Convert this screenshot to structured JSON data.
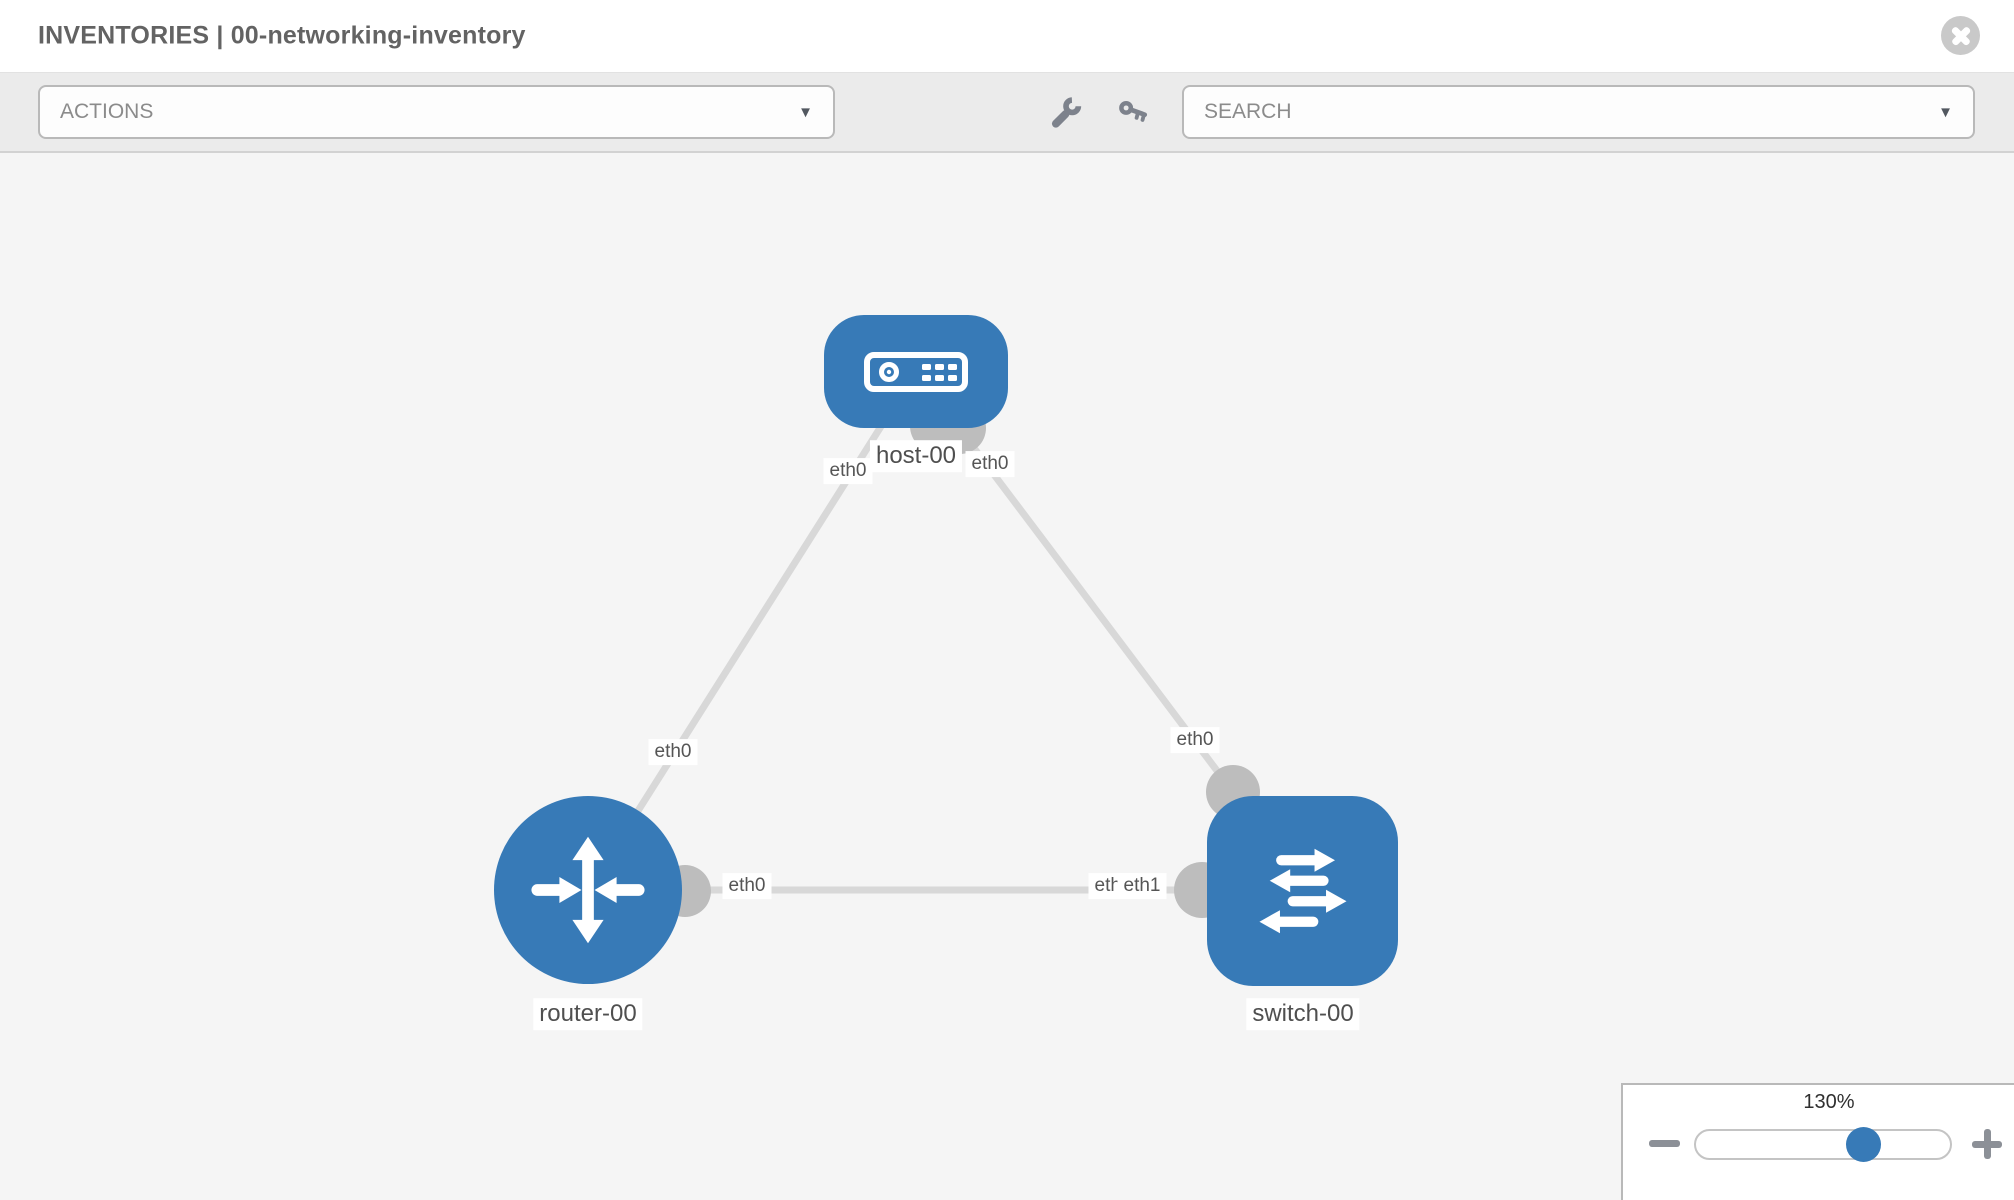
{
  "window": {
    "title": "INVENTORIES | 00-networking-inventory"
  },
  "toolbar": {
    "actions_label": "ACTIONS",
    "search_placeholder": "SEARCH",
    "caret": "▼",
    "tool_icons": [
      "wrench",
      "key"
    ]
  },
  "topology": {
    "nodes": {
      "host": {
        "label": "host-00",
        "type": "host"
      },
      "router": {
        "label": "router-00",
        "type": "router"
      },
      "switch": {
        "label": "switch-00",
        "type": "switch"
      }
    },
    "links": [
      {
        "source": "host-00",
        "target": "router-00",
        "source_interface": "eth0",
        "target_interface": "eth0"
      },
      {
        "source": "host-00",
        "target": "switch-00",
        "source_interface": "eth0",
        "target_interface": "eth0"
      },
      {
        "source": "router-00",
        "target": "switch-00",
        "source_interface": "eth0",
        "target_interface": "eth1"
      }
    ],
    "interface_labels": {
      "host_left": "eth0",
      "host_right": "eth0",
      "mid_left": "eth0",
      "mid_right": "eth0",
      "router_port": "eth0",
      "switch_port_back": "eth0",
      "switch_port_front": "eth1"
    }
  },
  "zoom_control": {
    "value_label": "130%",
    "percent": 130
  },
  "colors": {
    "node_fill": "#377ab7",
    "link": "#d8d8d8",
    "port": "#bdbdbd",
    "canvas_bg": "#f5f5f5",
    "toolbar_bg": "#ebebeb",
    "slider_handle": "#377ab7",
    "muted_text": "#8b8b8b"
  }
}
